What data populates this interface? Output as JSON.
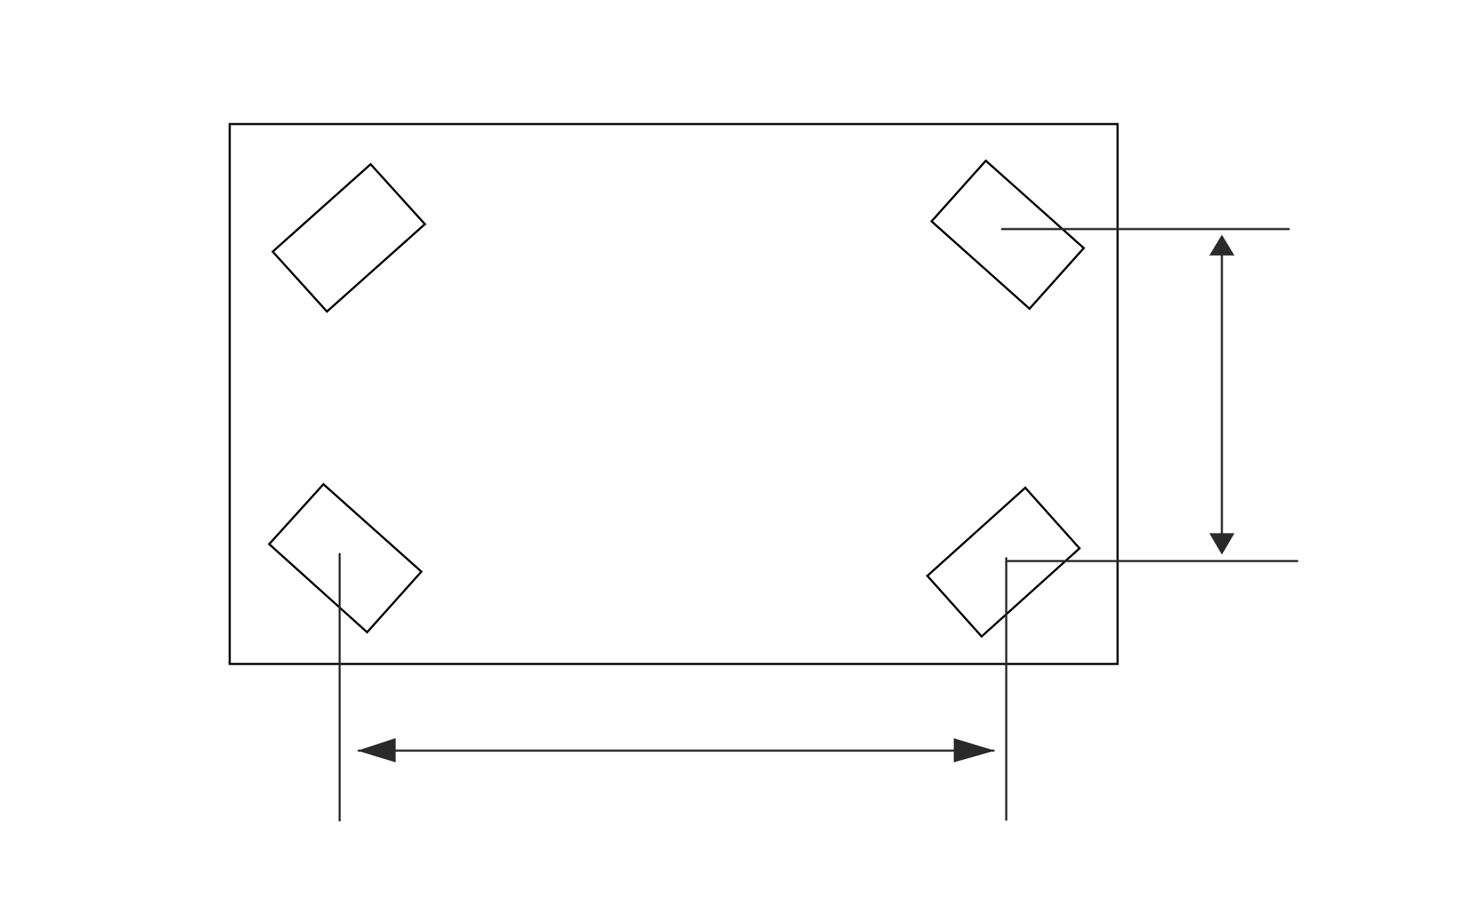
{
  "diagram": {
    "colors": {
      "outline": "#000000",
      "dimension": "#2a2a2a",
      "background": "#ffffff"
    },
    "parts": {
      "plate": "rectangle",
      "holes": [
        "rotated-rectangle",
        "rotated-rectangle",
        "rotated-rectangle",
        "rotated-rectangle"
      ],
      "dimensions": [
        "horizontal-spacing",
        "vertical-spacing"
      ]
    }
  }
}
